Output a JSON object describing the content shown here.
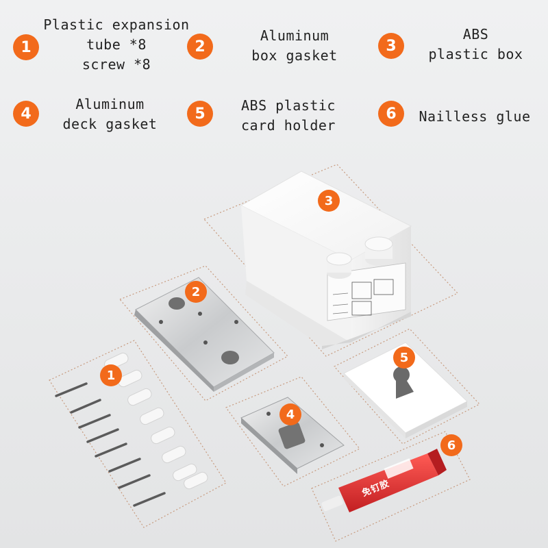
{
  "legend": [
    {
      "number": "1",
      "lines": [
        "Plastic expansion",
        "tube *8",
        "screw *8"
      ]
    },
    {
      "number": "2",
      "lines": [
        "Aluminum",
        "box gasket"
      ]
    },
    {
      "number": "3",
      "lines": [
        "ABS",
        "plastic box"
      ]
    },
    {
      "number": "4",
      "lines": [
        "Aluminum",
        "deck gasket"
      ]
    },
    {
      "number": "5",
      "lines": [
        "ABS plastic",
        "card holder"
      ]
    },
    {
      "number": "6",
      "lines": [
        "Nailless glue"
      ]
    }
  ],
  "photo_badges": [
    "1",
    "2",
    "3",
    "4",
    "5",
    "6"
  ],
  "glue_tube_text": "免钉胶",
  "colors": {
    "badge": "#f26a1b",
    "background": "#ebeced",
    "glue_tube": "#d8272a"
  }
}
